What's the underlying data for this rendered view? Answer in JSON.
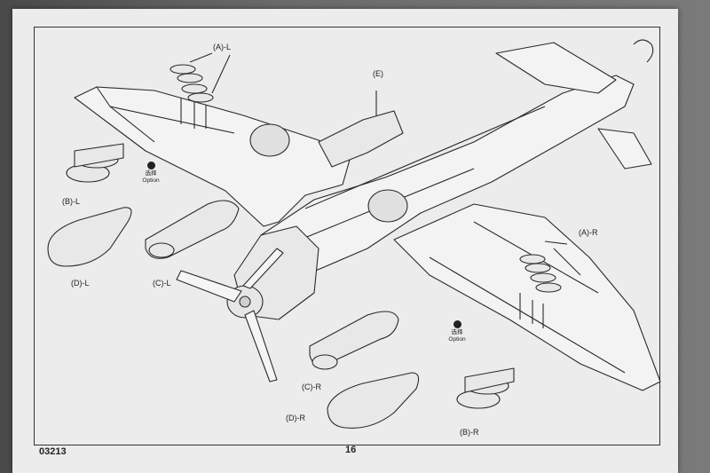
{
  "page": {
    "code": "03213",
    "page_number": "16"
  },
  "labels": {
    "a_left": "(A)-L",
    "a_right": "(A)-R",
    "b_left": "(B)-L",
    "b_right": "(B)-R",
    "c_left": "(C)-L",
    "c_right": "(C)-R",
    "d_left": "(D)-L",
    "d_right": "(D)-R",
    "e": "(E)"
  },
  "option": {
    "chinese": "选择",
    "english": "Option"
  }
}
